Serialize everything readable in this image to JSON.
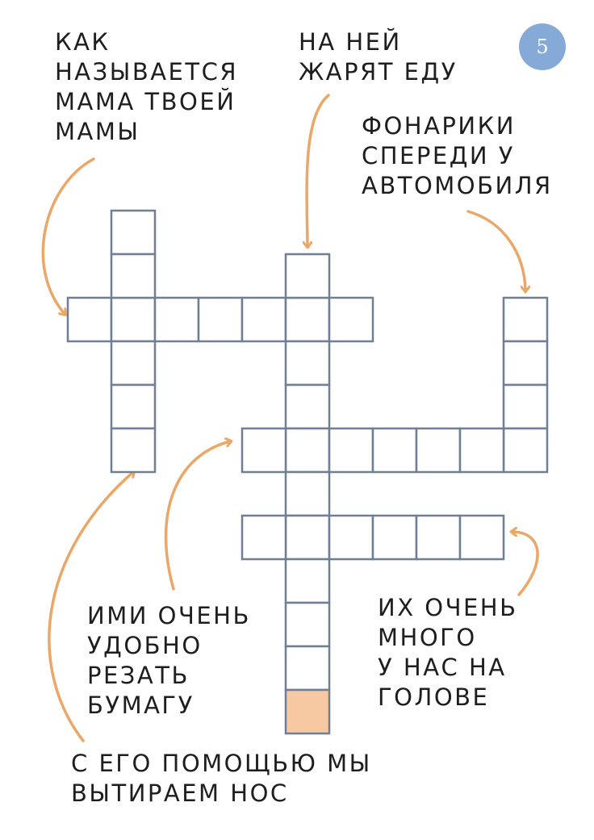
{
  "page_number": "5",
  "colors": {
    "grid_line": "#6f7f95",
    "cell_fill": "#ffffff",
    "highlight_cell": "#f7c9a2",
    "arrow": "#eaa767",
    "badge": "#86aad8",
    "text": "#1e1e1e"
  },
  "clues": {
    "grandmother": "КАК\nНАЗЫВАЕТСЯ\nМАМА ТВОЕЙ\nМАМЫ",
    "frying_pan": "НА НЕЙ\nЖАРЯТ ЕДУ",
    "headlights": "ФОНАРИКИ\nСПЕРЕДИ У\nАВТОМОБИЛЯ",
    "scissors": "ИМИ ОЧЕНЬ\nУДОБНО\nРЕЗАТЬ\nБУМАГУ",
    "hair": "ИХ ОЧЕНЬ\nМНОГО\nУ НАС НА\nГОЛОВЕ",
    "handkerchief": "С ЕГО ПОМОЩЬЮ МЫ\nВЫТИРАЕМ НОС"
  },
  "puzzle": {
    "highlighted_cell": [
      11,
      5
    ],
    "words": [
      {
        "id": "grandmother",
        "direction": "across",
        "row": 2,
        "col": 0,
        "length": 7
      },
      {
        "id": "handkerchief",
        "direction": "down",
        "row": 0,
        "col": 1,
        "length": 6
      },
      {
        "id": "frying_pan",
        "direction": "down",
        "row": 1,
        "col": 5,
        "length": 11
      },
      {
        "id": "headlights",
        "direction": "down",
        "row": 2,
        "col": 10,
        "length": 4
      },
      {
        "id": "scissors",
        "direction": "across",
        "row": 5,
        "col": 4,
        "length": 7
      },
      {
        "id": "hair",
        "direction": "across",
        "row": 7,
        "col": 4,
        "length": 6
      }
    ]
  }
}
